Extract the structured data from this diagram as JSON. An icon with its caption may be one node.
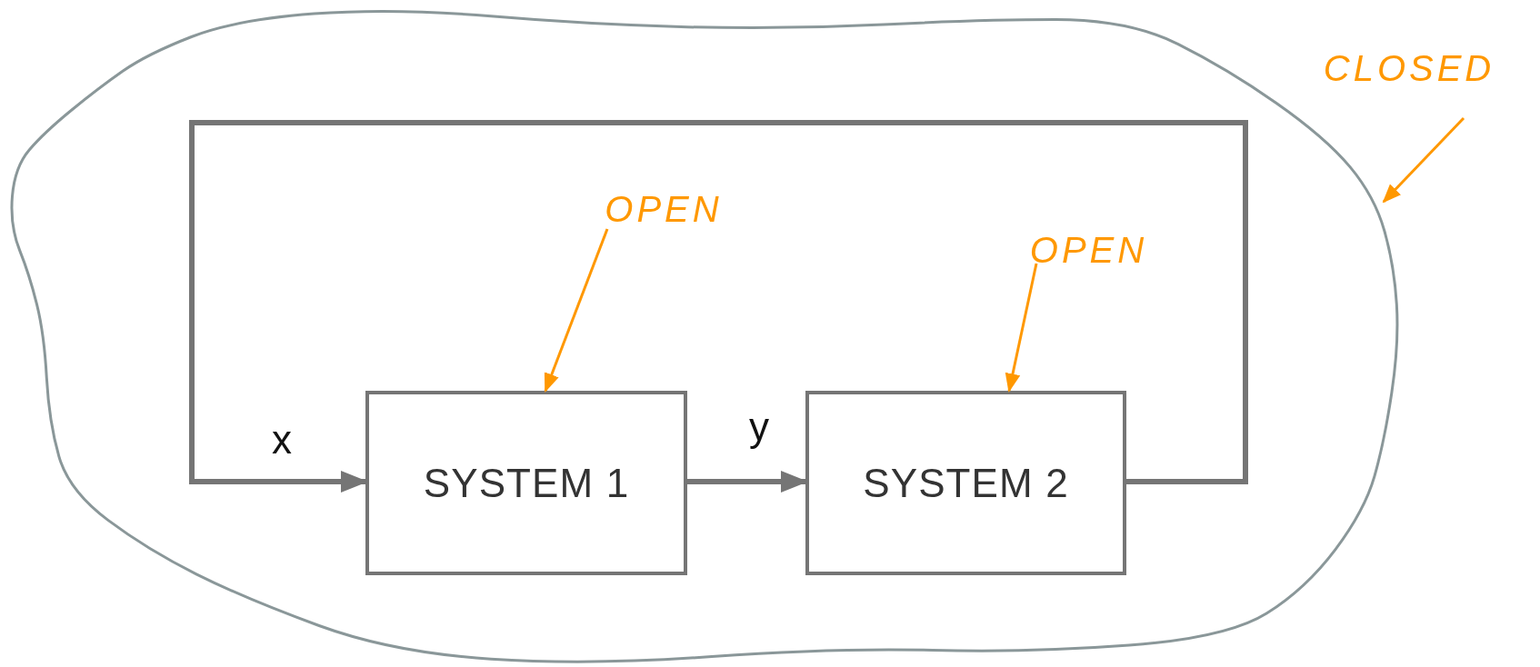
{
  "diagram": {
    "nodes": [
      {
        "text": [],
        "shape": "cloud"
      },
      {
        "text": [
          "SYSTEM 1"
        ],
        "in": 0
      },
      {
        "text": [
          "SYSTEM 2"
        ],
        "in": 0
      },
      {
        "text": [
          "CLOSED"
        ]
      },
      {
        "text": [
          "OPEN"
        ],
        "in": 0
      },
      {
        "text": [
          "OPEN"
        ],
        "in": 0
      }
    ],
    "edges": [
      {
        "from": 2,
        "to": 1,
        "arrow": "to",
        "label": "x",
        "style": "thick",
        "color": "#757575"
      },
      {
        "from": 1,
        "to": 2,
        "arrow": "to",
        "label": "y",
        "style": "thick",
        "color": "#757575"
      },
      {
        "from": 4,
        "to": 1,
        "arrow": "to"
      },
      {
        "from": 5,
        "to": 2,
        "arrow": "to"
      },
      {
        "from": 3,
        "to": 0,
        "arrow": "to"
      }
    ]
  }
}
